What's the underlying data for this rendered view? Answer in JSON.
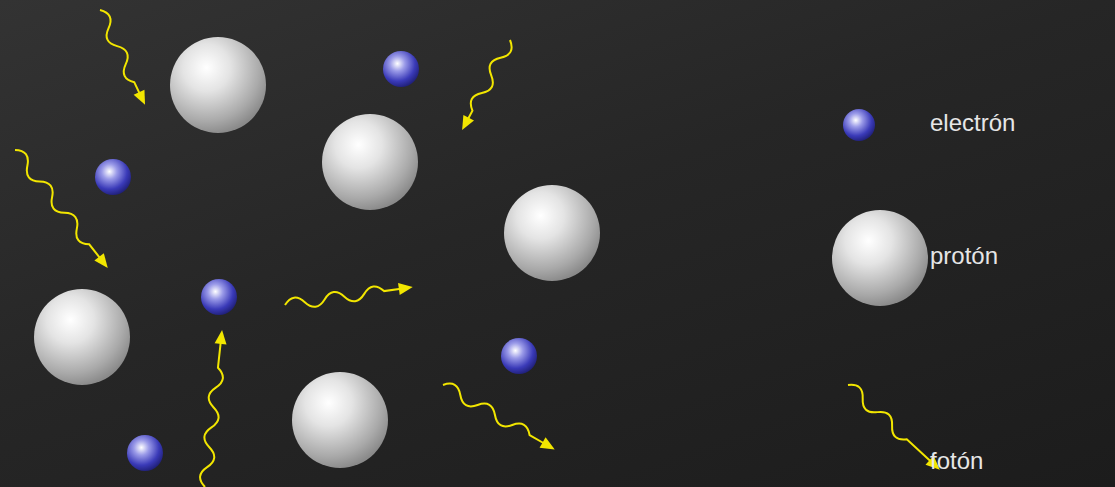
{
  "diagram": {
    "legend": [
      {
        "text": "electrón"
      },
      {
        "text": "protón"
      },
      {
        "text": "fotón"
      }
    ]
  }
}
